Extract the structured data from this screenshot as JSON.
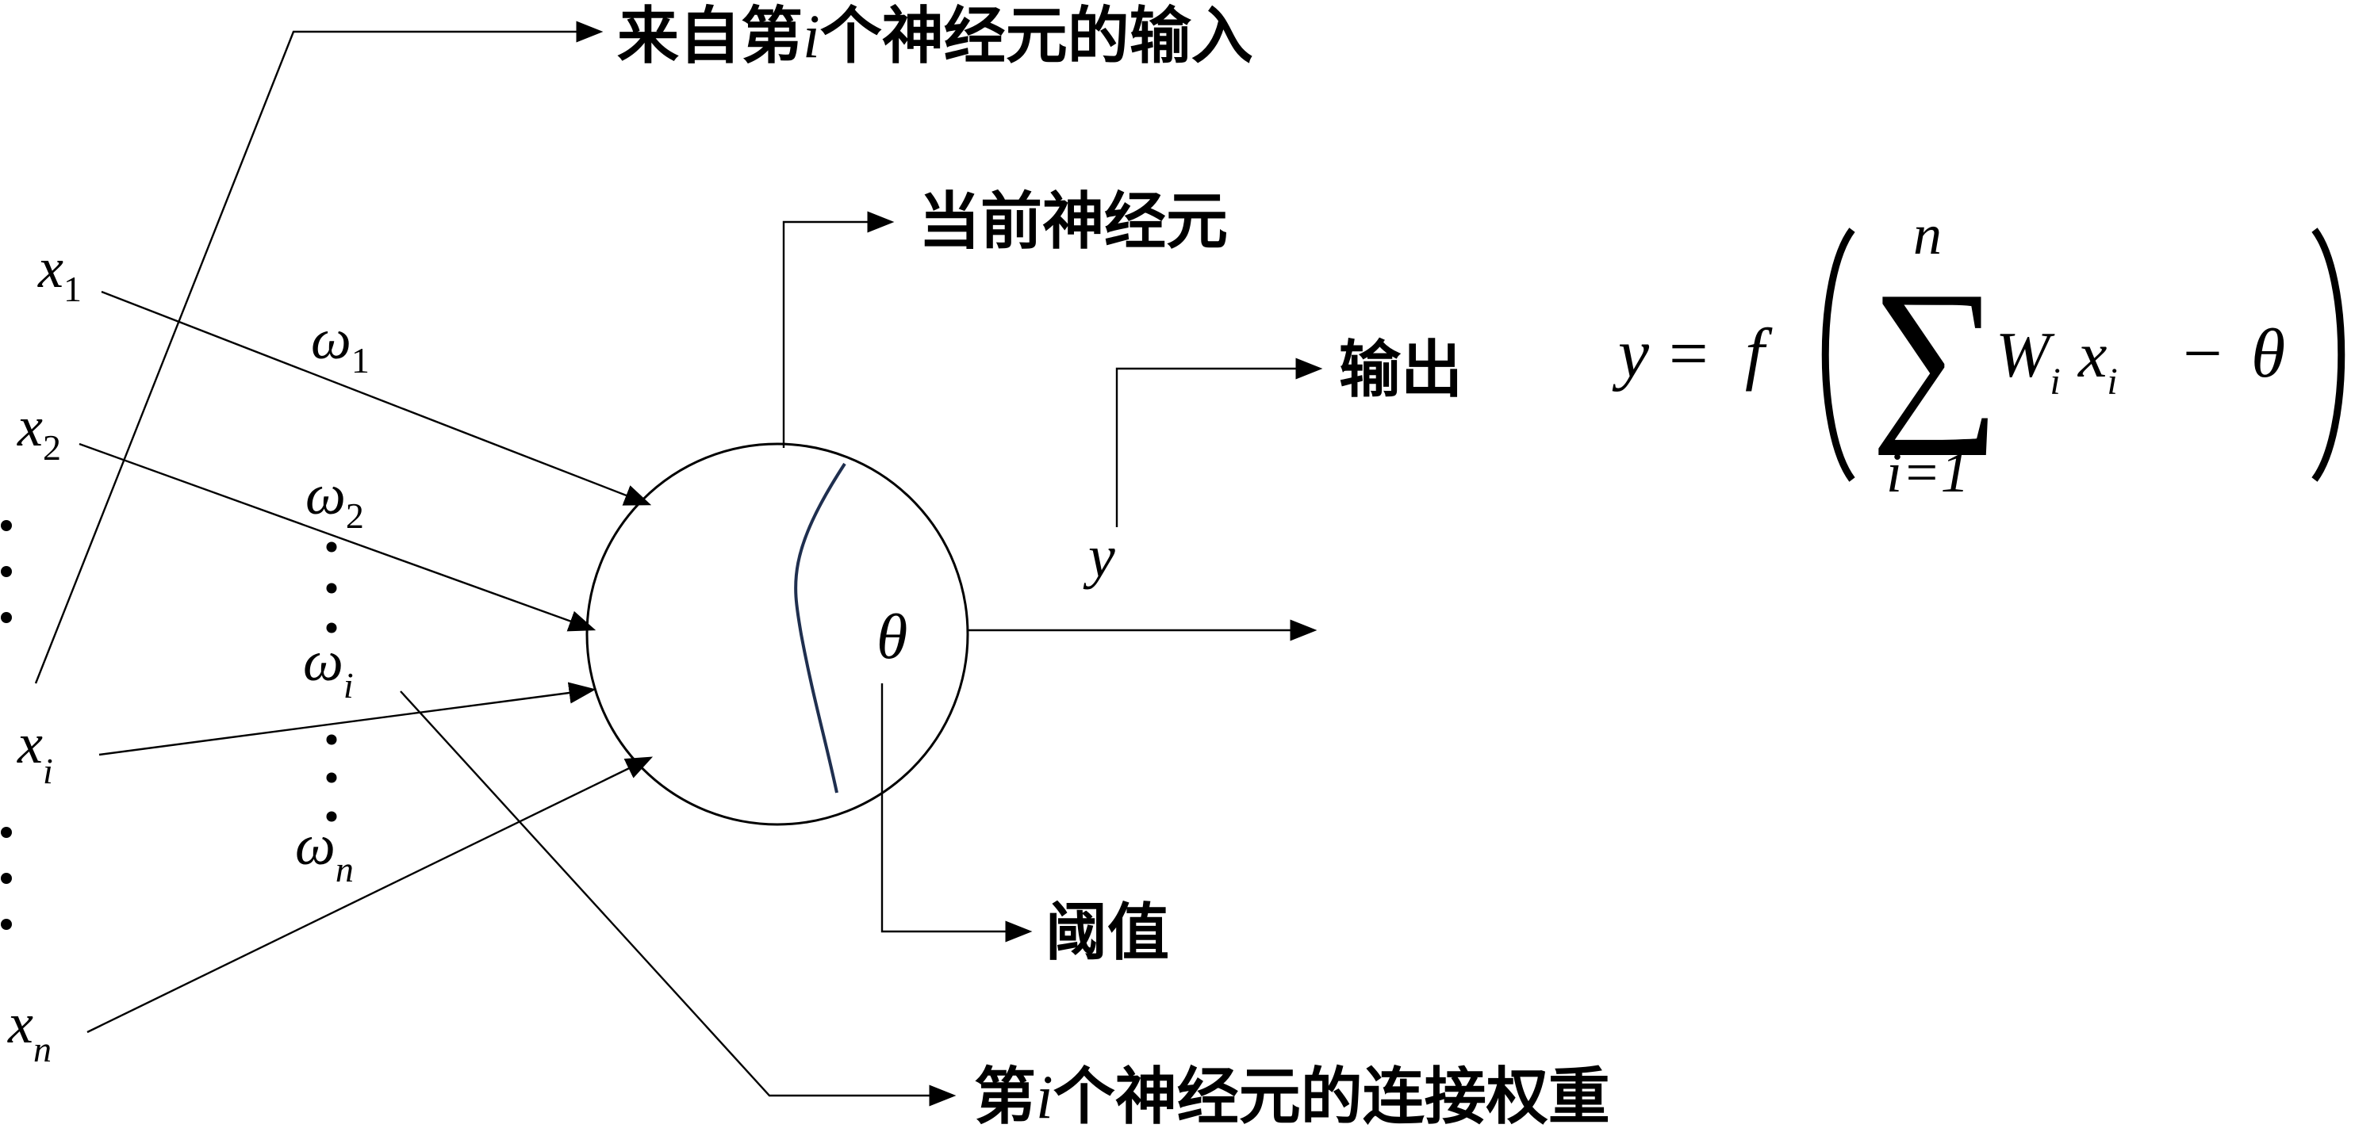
{
  "labels": {
    "input_from_neuron_prefix": "来自第",
    "input_from_neuron_i": "i",
    "input_from_neuron_suffix": "个神经元的输入",
    "current_neuron": "当前神经元",
    "output": "输出",
    "threshold": "阈值",
    "weight_prefix": "第",
    "weight_i": "i",
    "weight_suffix": "个神经元的连接权重"
  },
  "symbols": {
    "x": "x",
    "sub_1": "1",
    "sub_2": "2",
    "sub_i": "i",
    "sub_n": "n",
    "omega": "ω",
    "y": "y",
    "theta": "θ"
  },
  "formula": {
    "lhs": "y",
    "equals": "=",
    "func": "f",
    "sigma": "∑",
    "upper": "n",
    "lower": "i=1",
    "W": "W",
    "W_sub": "i",
    "x": "x",
    "x_sub": "i",
    "minus": "−",
    "theta": "θ"
  },
  "colors": {
    "ink": "#000000",
    "curve": "#1f2f4f"
  }
}
